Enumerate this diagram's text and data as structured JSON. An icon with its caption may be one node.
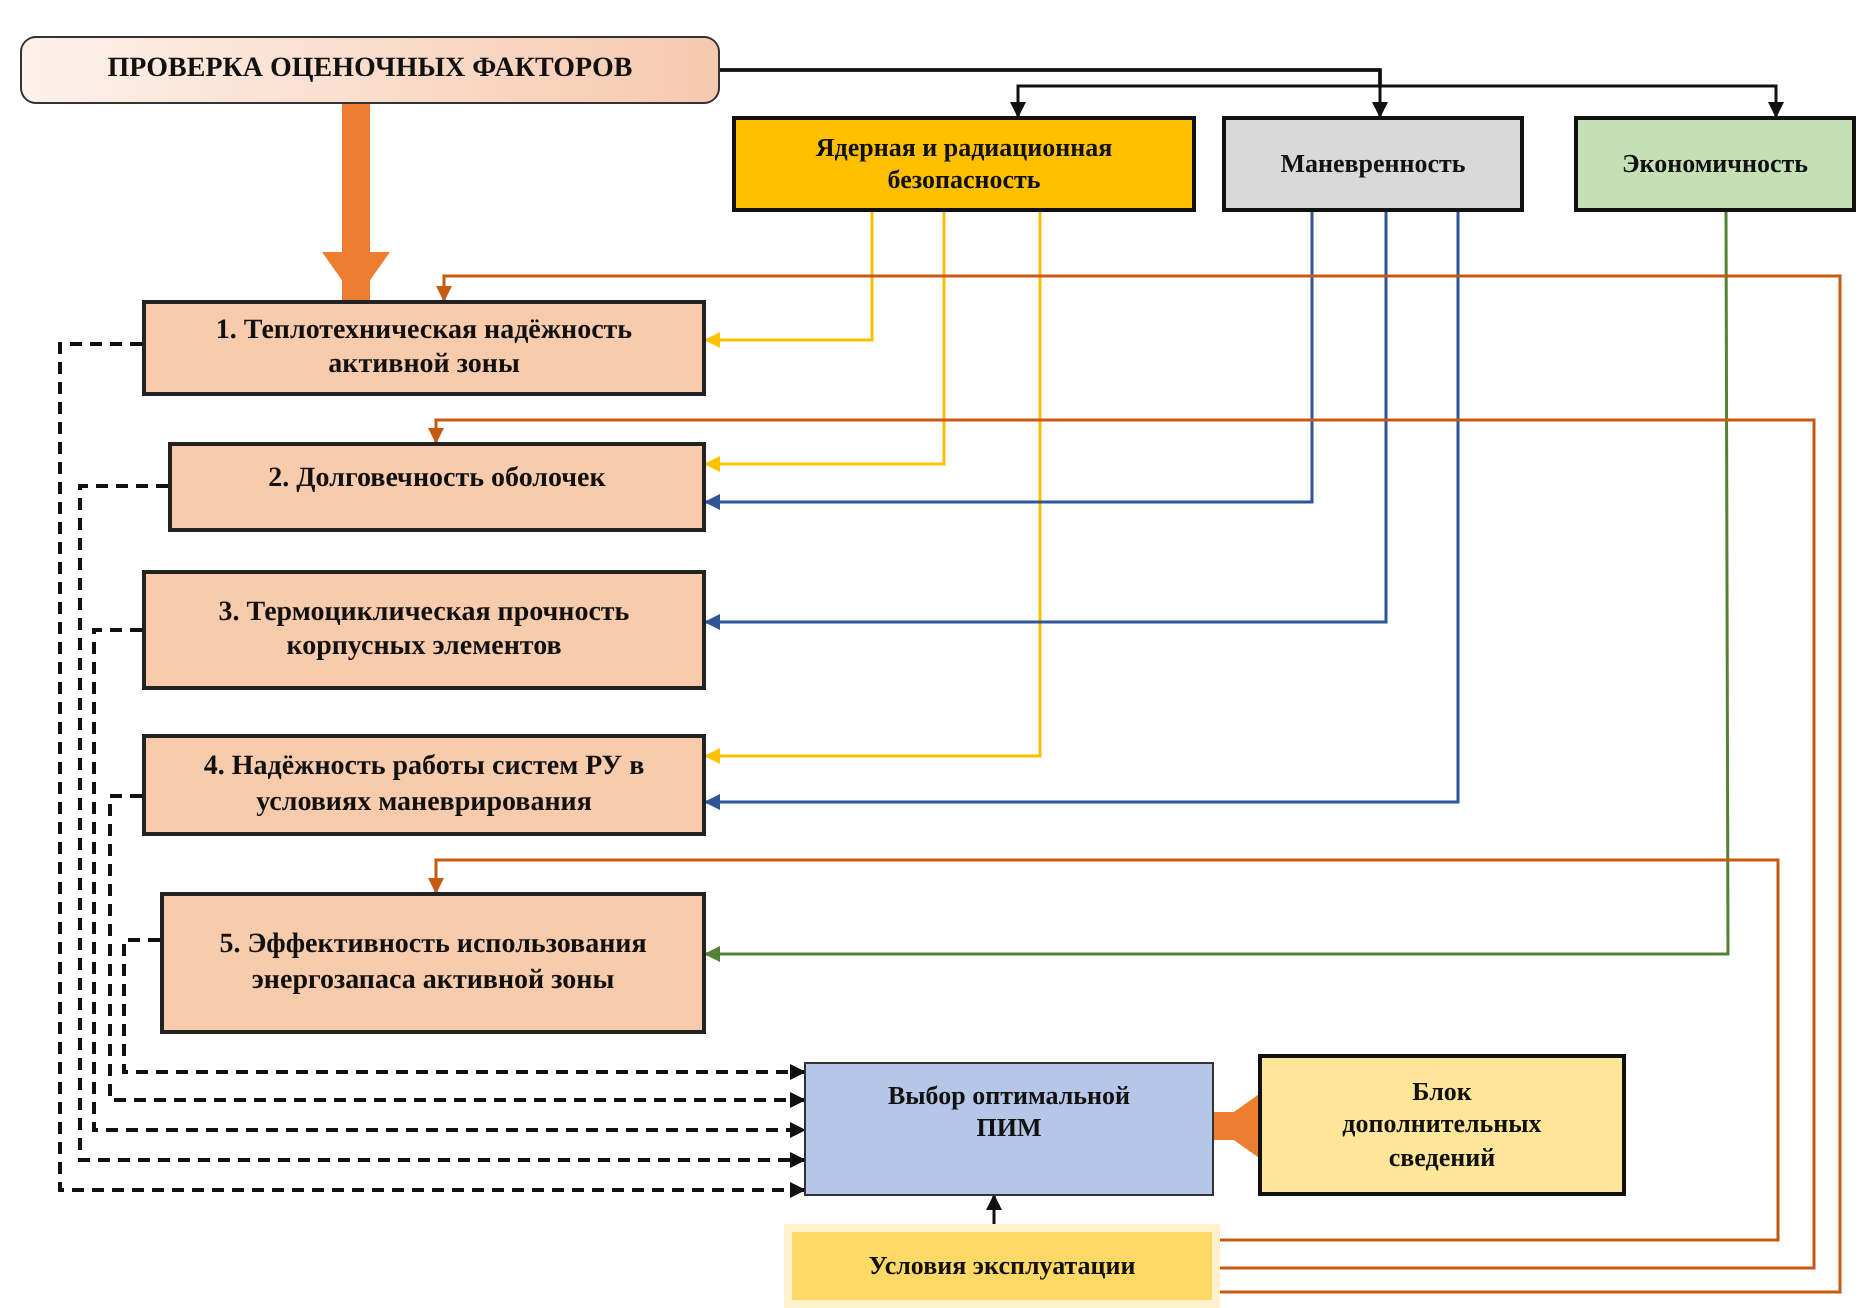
{
  "diagram": {
    "nodes": [
      {
        "text": [
          "ПРОВЕРКА ОЦЕНОЧНЫХ ФАКТОРОВ"
        ]
      },
      {
        "text": [
          "Ядерная и радиационная безопасность"
        ]
      },
      {
        "text": [
          "Маневренность"
        ]
      },
      {
        "text": [
          "Экономичность"
        ]
      },
      {
        "text": [
          "1. Теплотехническая надёжность активной зоны"
        ]
      },
      {
        "text": [
          "2. Долговечность оболочек"
        ]
      },
      {
        "text": [
          "3. Термоциклическая прочность корпусных элементов"
        ]
      },
      {
        "text": [
          "4. Надёжность работы систем РУ в условиях маневрирования"
        ]
      },
      {
        "text": [
          "5. Эффективность использования энергозапаса активной зоны"
        ]
      },
      {
        "text": [
          "Выбор оптимальной ПИМ"
        ]
      },
      {
        "text": [
          "Блок дополнительных сведений"
        ]
      },
      {
        "text": [
          "Условия эксплуатации"
        ]
      }
    ],
    "edges": [
      {
        "from": 0,
        "to": 1,
        "arrow": "to"
      },
      {
        "from": 0,
        "to": 2,
        "arrow": "to"
      },
      {
        "from": 0,
        "to": 3,
        "arrow": "to"
      },
      {
        "from": 0,
        "to": 4,
        "arrow": "to",
        "style": "thick",
        "color": "#ed7d31"
      },
      {
        "from": 1,
        "to": 4,
        "arrow": "to",
        "color": "#ffc000"
      },
      {
        "from": 1,
        "to": 5,
        "arrow": "to",
        "color": "#ffc000"
      },
      {
        "from": 1,
        "to": 7,
        "arrow": "to",
        "color": "#ffc000"
      },
      {
        "from": 2,
        "to": 5,
        "arrow": "to",
        "color": "#2f5597"
      },
      {
        "from": 2,
        "to": 6,
        "arrow": "to",
        "color": "#2f5597"
      },
      {
        "from": 2,
        "to": 7,
        "arrow": "to",
        "color": "#2f5597"
      },
      {
        "from": 3,
        "to": 8,
        "arrow": "to",
        "color": "#548235"
      },
      {
        "from": 11,
        "to": 4,
        "arrow": "to",
        "color": "#c55a11"
      },
      {
        "from": 11,
        "to": 5,
        "arrow": "to",
        "color": "#c55a11"
      },
      {
        "from": 11,
        "to": 8,
        "arrow": "to",
        "color": "#c55a11"
      },
      {
        "from": 4,
        "to": 9,
        "arrow": "to",
        "style": "dashed"
      },
      {
        "from": 5,
        "to": 9,
        "arrow": "to",
        "style": "dashed"
      },
      {
        "from": 6,
        "to": 9,
        "arrow": "to",
        "style": "dashed"
      },
      {
        "from": 7,
        "to": 9,
        "arrow": "to",
        "style": "dashed"
      },
      {
        "from": 8,
        "to": 9,
        "arrow": "to",
        "style": "dashed"
      },
      {
        "from": 10,
        "to": 9,
        "arrow": "to",
        "style": "thick",
        "color": "#ed7d31"
      },
      {
        "from": 11,
        "to": 9,
        "arrow": "to"
      }
    ]
  }
}
